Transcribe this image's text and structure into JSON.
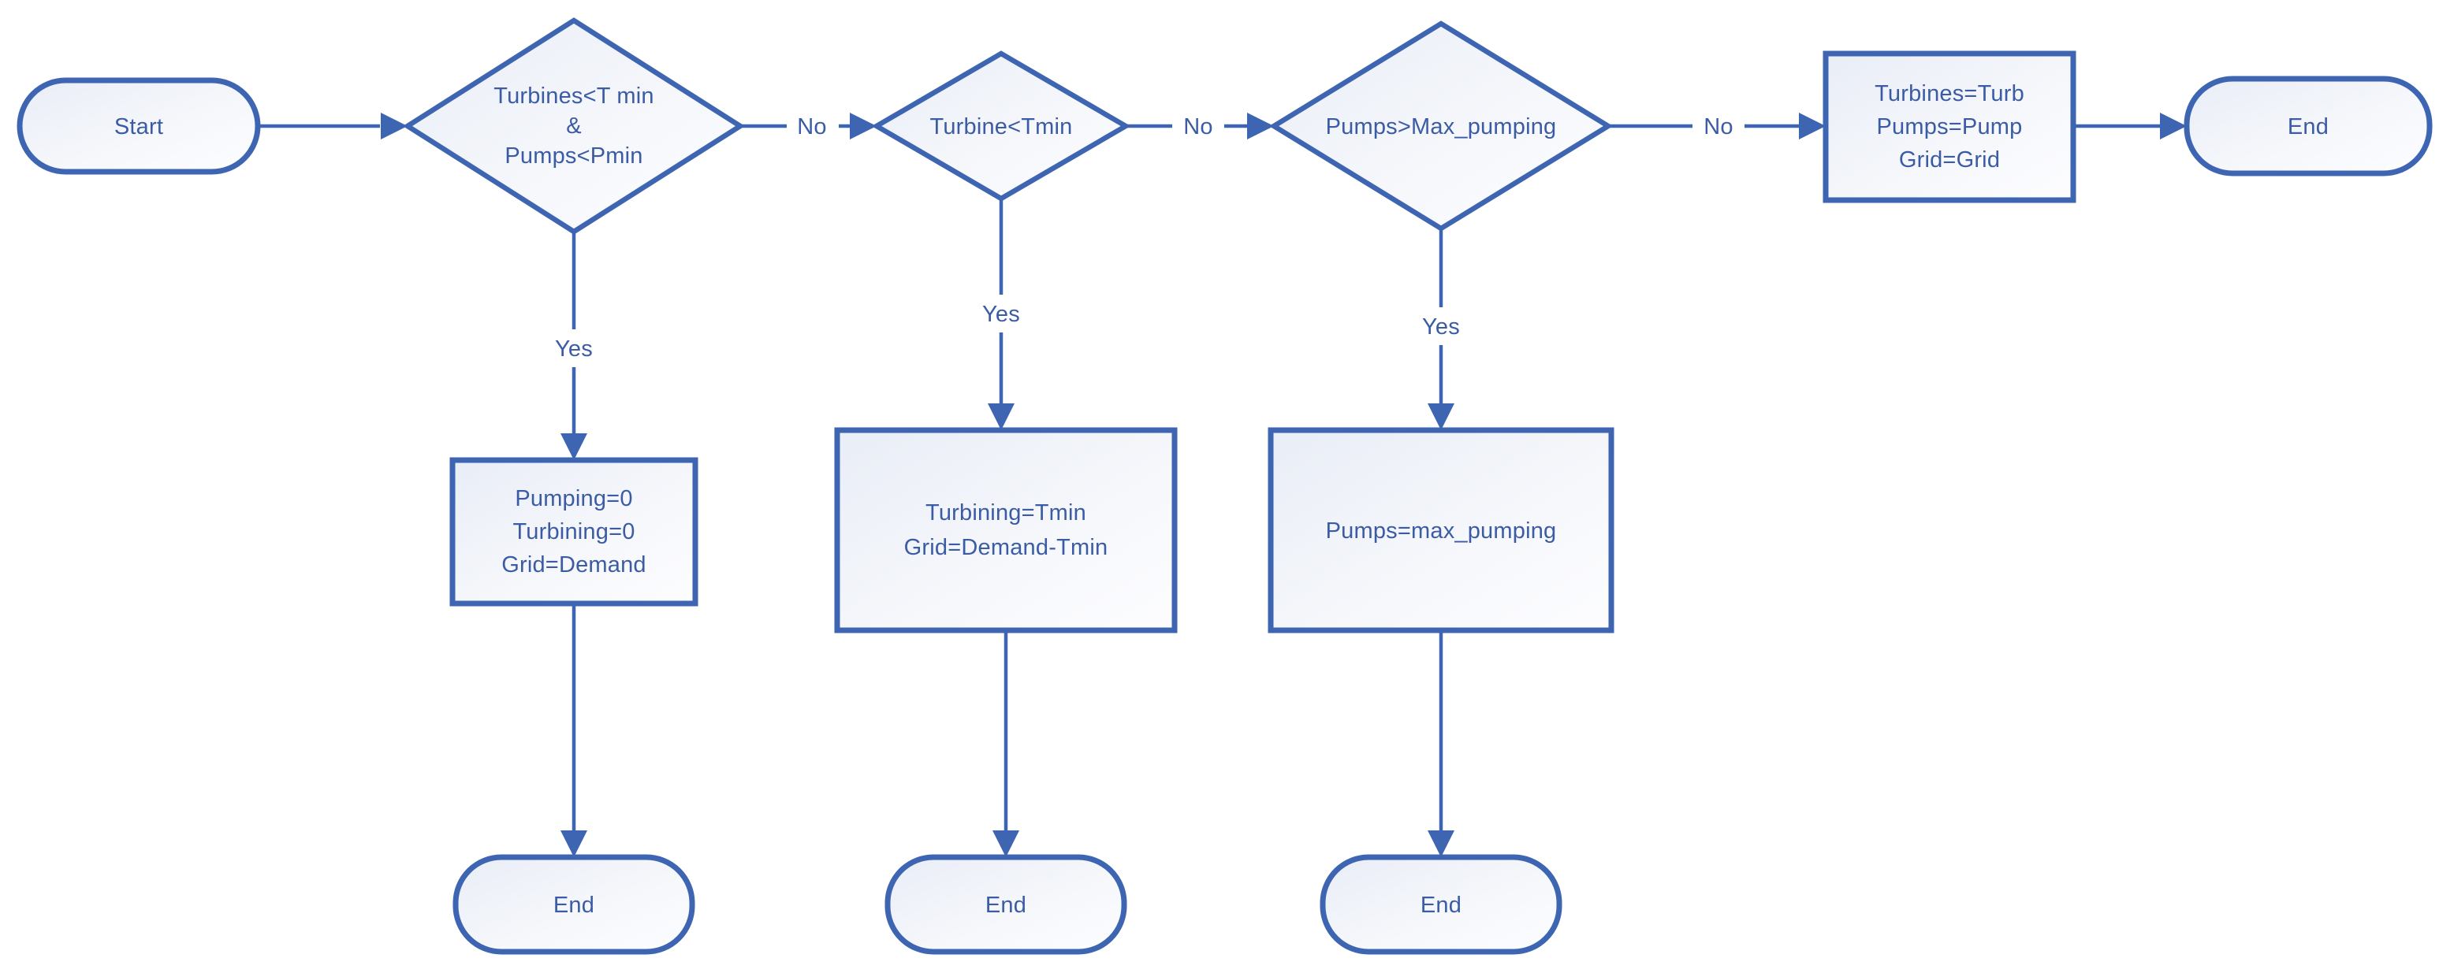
{
  "colors": {
    "accent": "#3e65b2",
    "text": "#3b5ca5",
    "node_fill_top": "#e9edf6",
    "node_fill_bottom": "#fdfdff",
    "background": "#ffffff"
  },
  "labels": {
    "yes": "Yes",
    "no": "No"
  },
  "nodes": {
    "start": {
      "label": "Start"
    },
    "decision_min_check": {
      "lines": [
        "Turbines<T min",
        "&",
        "Pumps<Pmin"
      ]
    },
    "decision_turbine_min": {
      "label": "Turbine<Tmin"
    },
    "decision_max_pumping": {
      "label": "Pumps>Max_pumping"
    },
    "process_pass_through": {
      "lines": [
        "Turbines=Turb",
        "Pumps=Pump",
        "Grid=Grid"
      ]
    },
    "end_main": {
      "label": "End"
    },
    "process_all_zero": {
      "lines": [
        "Pumping=0",
        "Turbining=0",
        "Grid=Demand"
      ]
    },
    "process_turbining_tmin": {
      "lines": [
        "Turbining=Tmin",
        "Grid=Demand-Tmin"
      ]
    },
    "process_max_pumping": {
      "label": "Pumps=max_pumping"
    },
    "end_branch_1": {
      "label": "End"
    },
    "end_branch_2": {
      "label": "End"
    },
    "end_branch_3": {
      "label": "End"
    }
  }
}
